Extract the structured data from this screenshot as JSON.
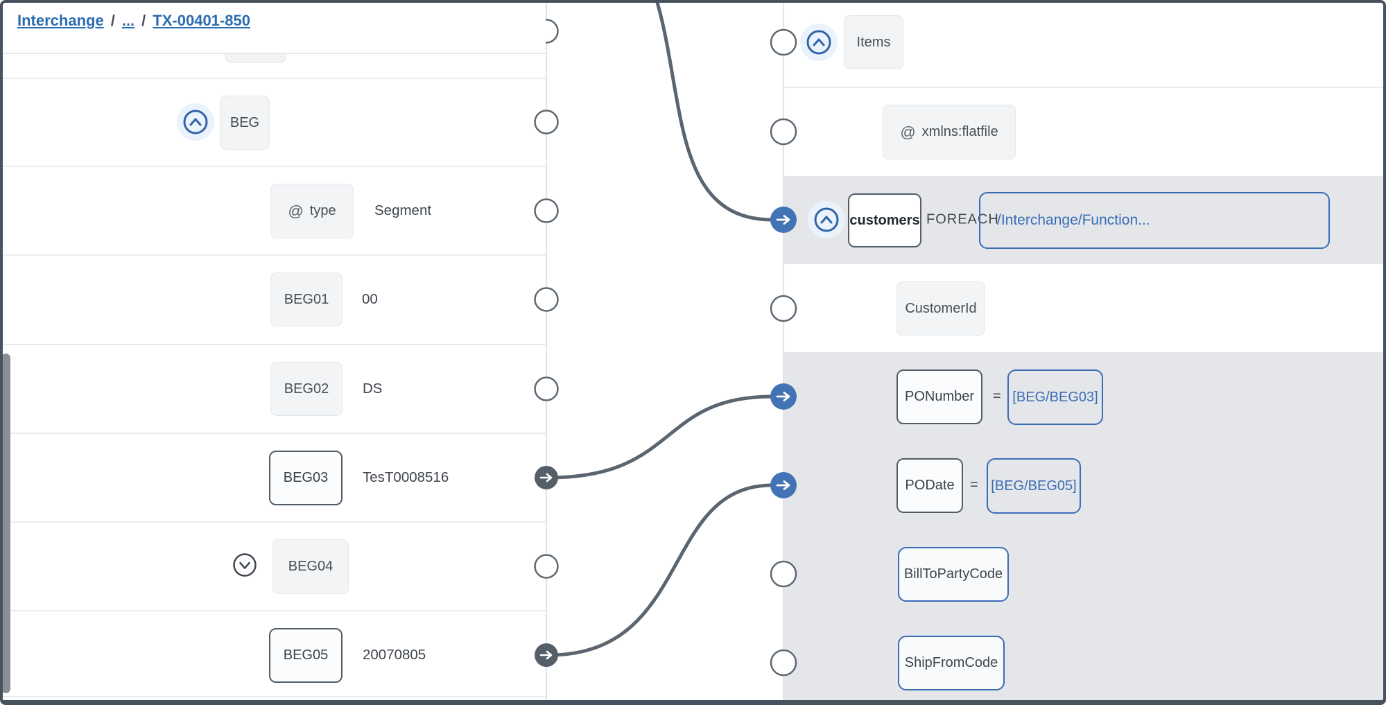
{
  "breadcrumb": {
    "separator": "/",
    "items": [
      "Interchange",
      "...",
      "TX-00401-850"
    ]
  },
  "symbols": {
    "attribute": "@"
  },
  "left_panel": {
    "rows": [
      {
        "tag": "BEG"
      },
      {
        "tag": "type",
        "value": "Segment"
      },
      {
        "tag": "BEG01",
        "value": "00"
      },
      {
        "tag": "BEG02",
        "value": "DS"
      },
      {
        "tag": "BEG03",
        "value": "TesT0008516"
      },
      {
        "tag": "BEG04"
      },
      {
        "tag": "BEG05",
        "value": "20070805"
      }
    ]
  },
  "right_panel": {
    "rows": [
      {
        "label": "Items"
      },
      {
        "label": "xmlns:flatfile"
      },
      {
        "label": "customers",
        "loop_keyword": "FOREACH",
        "loop_xpath": "/Interchange/Function..."
      },
      {
        "label": "CustomerId"
      },
      {
        "label": "PONumber",
        "operator": "=",
        "expression": "[BEG/BEG03]"
      },
      {
        "label": "PODate",
        "operator": "=",
        "expression": "[BEG/BEG05]"
      },
      {
        "label": "BillToPartyCode"
      },
      {
        "label": "ShipFromCode"
      }
    ]
  },
  "colors": {
    "accent_blue": "#3a6db5",
    "link_blue": "#2b6cb0",
    "slate": "#545f6a",
    "band_gray": "#e4e6ea"
  }
}
